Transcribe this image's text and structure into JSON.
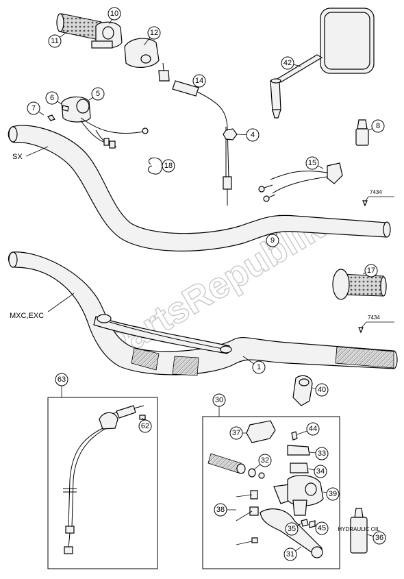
{
  "diagram": {
    "labels": {
      "sx": "SX",
      "mxc_exc": "MXC,EXC",
      "part_7434_a": "7434",
      "part_7434_b": "7434",
      "bottle_text": "HYDRAULIC OIL"
    },
    "watermark": "PartsRepublik",
    "callouts": [
      "11",
      "10",
      "12",
      "42",
      "14",
      "7",
      "6",
      "5",
      "4",
      "8",
      "18",
      "15",
      "9",
      "17",
      "1",
      "63",
      "62",
      "40",
      "30",
      "37",
      "44",
      "32",
      "33",
      "34",
      "39",
      "38",
      "35",
      "45",
      "36",
      "31"
    ]
  }
}
